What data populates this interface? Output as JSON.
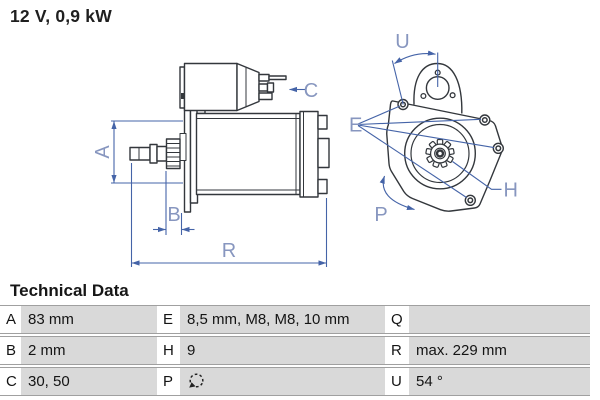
{
  "title": "12 V, 0,9 kW",
  "colors": {
    "dimension_line_blue": "#4564a8",
    "dimension_label_blue": "#8796bf",
    "drawing_outline": "#33373c",
    "table_cell_gray": "#d9d9d9",
    "table_rule_gray": "#a0a0a0"
  },
  "diagram": {
    "side_view": "starter-motor-side-view",
    "front_view": "starter-motor-front-view",
    "labels": {
      "A": "A",
      "B": "B",
      "C": "C",
      "R": "R",
      "E": "E",
      "H": "H",
      "P": "P",
      "U": "U"
    }
  },
  "table": {
    "heading": "Technical Data",
    "rows": [
      {
        "cells": [
          {
            "label": "A",
            "value": "83 mm"
          },
          {
            "label": "E",
            "value": "8,5 mm, M8, M8, 10 mm"
          },
          {
            "label": "Q",
            "value": ""
          }
        ]
      },
      {
        "cells": [
          {
            "label": "B",
            "value": "2 mm"
          },
          {
            "label": "H",
            "value": "9"
          },
          {
            "label": "R",
            "value": "max. 229 mm"
          }
        ]
      },
      {
        "cells": [
          {
            "label": "C",
            "value": "30, 50"
          },
          {
            "label": "P",
            "value": "",
            "icon": "rotation-direction"
          },
          {
            "label": "U",
            "value": "54 °"
          }
        ]
      }
    ]
  }
}
